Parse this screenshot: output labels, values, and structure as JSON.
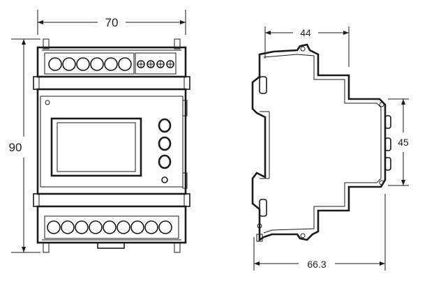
{
  "front_view": {
    "width_dim": "70",
    "height_dim": "90",
    "screw_terminals_top": 6,
    "small_terminals_top": 4,
    "screw_terminals_bottom": 9,
    "buttons": 3
  },
  "side_view": {
    "depth_top_dim": "44",
    "depth_bottom_dim": "66.3",
    "step_height_dim": "45"
  }
}
